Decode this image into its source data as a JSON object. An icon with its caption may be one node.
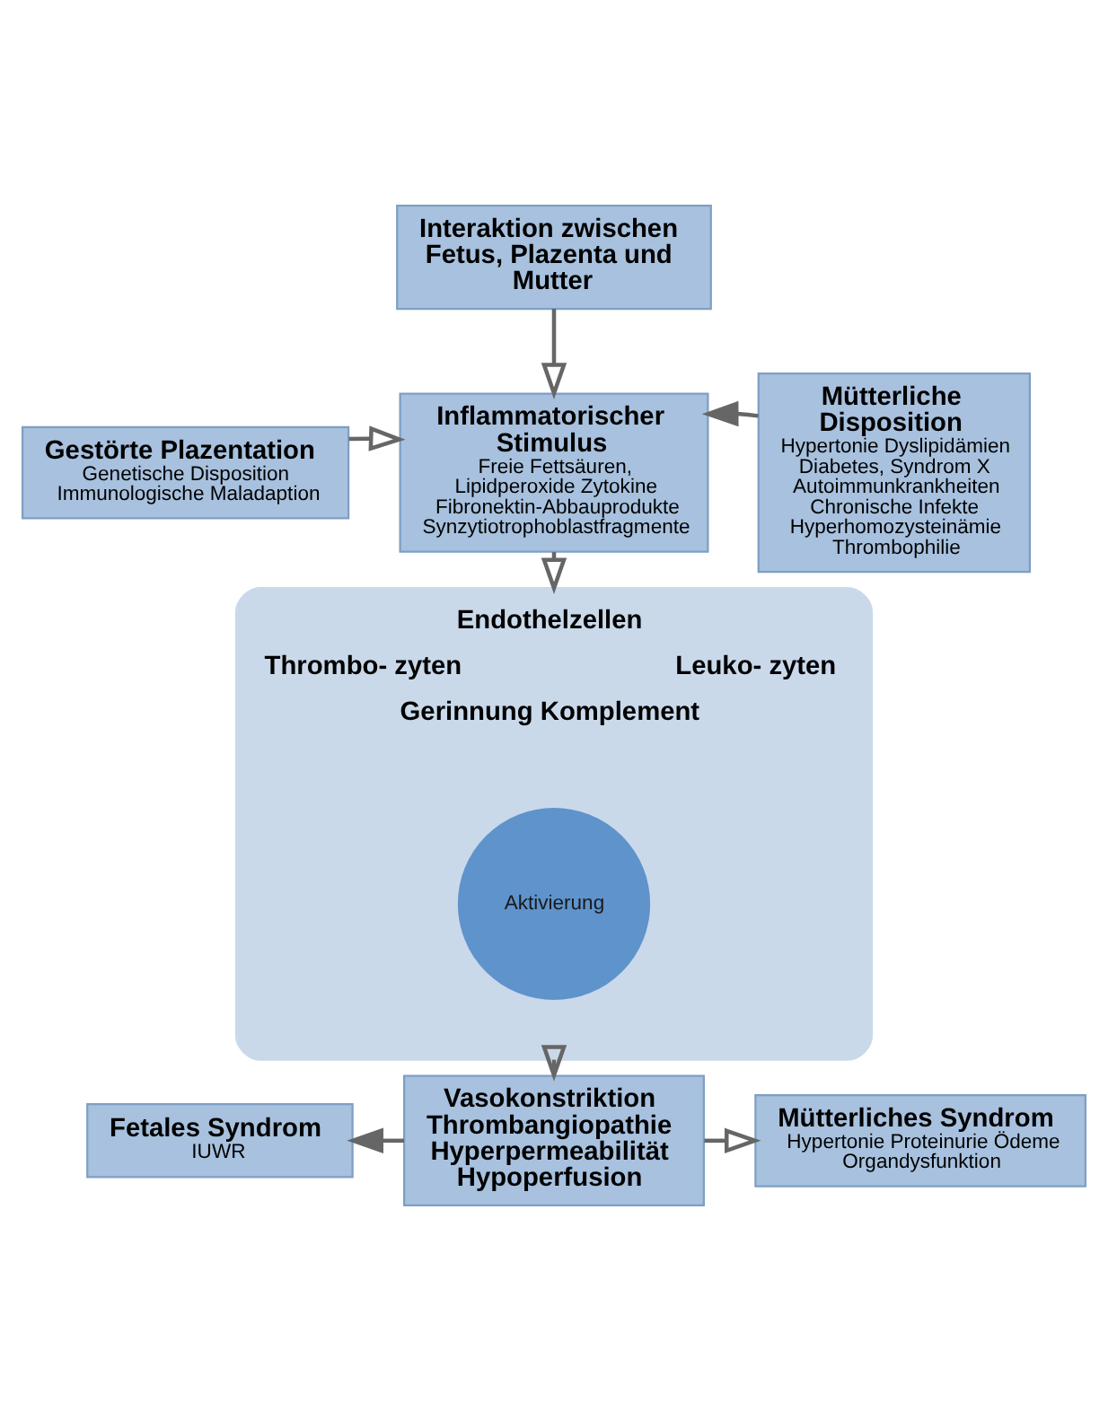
{
  "diagram": {
    "nodes": [
      {
        "text": [
          "Interaktion zwischen Fetus, Plazenta und Mutter"
        ]
      },
      {
        "text": [
          "Gestörte Plazentation",
          "Genetische Disposition Immunologische Maladaption"
        ]
      },
      {
        "text": [
          "Inflammatorischer Stimulus",
          "Freie Fettsäuren, Lipidperoxide Zytokine Fibronektin-Abbauprodukte Synzytiotrophoblastfragmente"
        ]
      },
      {
        "text": [
          "Mütterliche Disposition",
          "Hypertonie Dyslipidämien Diabetes, Syndrom X Autoimmunkrankheiten Chronische Infekte Hyperhomozysteinämie Thrombophilie"
        ]
      },
      {
        "text": [
          "Endothelzellen",
          "Thrombo- zyten",
          "Leuko- zyten",
          "Gerinnung Komplement"
        ]
      },
      {
        "text": [
          "Aktivierung"
        ],
        "in": 4
      },
      {
        "text": [
          "Vasokonstriktion Thrombangiopathie Hyperpermeabilität Hypoperfusion"
        ]
      },
      {
        "text": [
          "Fetales Syndrom",
          "IUWR"
        ]
      },
      {
        "text": [
          "Mütterliches Syndrom",
          "Hypertonie Proteinurie Ödeme Organdysfunktion"
        ]
      }
    ],
    "edges": [
      {
        "from": 0,
        "to": 2,
        "arrow": "to"
      },
      {
        "from": 1,
        "to": 2,
        "arrow": "to"
      },
      {
        "from": 3,
        "to": 2,
        "arrow": "to"
      },
      {
        "from": 2,
        "to": 4,
        "arrow": "to"
      },
      {
        "from": 4,
        "to": 6,
        "arrow": "to"
      },
      {
        "from": 6,
        "to": 7,
        "arrow": "to"
      },
      {
        "from": 6,
        "to": 8,
        "arrow": "to"
      }
    ]
  }
}
